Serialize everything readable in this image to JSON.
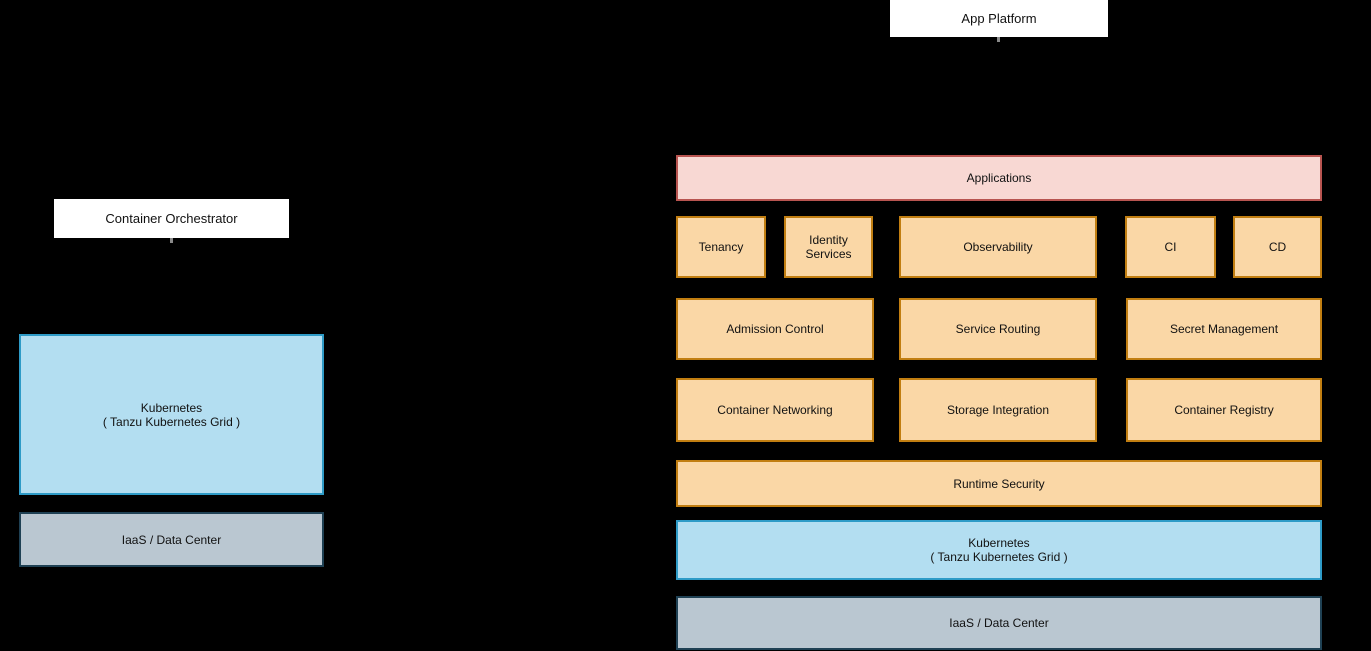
{
  "colors": {
    "background": "#000000",
    "title_box_fill": "#ffffff",
    "applications_fill": "#f8d8d3",
    "applications_border": "#b85450",
    "capability_fill": "#fad7a6",
    "capability_border": "#c17e11",
    "kubernetes_fill": "#b3def1",
    "kubernetes_border": "#2e9bc7",
    "iaas_fill": "#bac7d1",
    "iaas_border": "#1f4154"
  },
  "left_stack": {
    "title": "Container Orchestrator",
    "kubernetes": {
      "line1": "Kubernetes",
      "line2": "( Tanzu Kubernetes Grid )"
    },
    "iaas": "IaaS / Data Center"
  },
  "right_stack": {
    "title": "App Platform",
    "applications": "Applications",
    "row1": [
      {
        "label": "Tenancy"
      },
      {
        "label": "Identity Services"
      },
      {
        "label": "Observability"
      },
      {
        "label": "CI"
      },
      {
        "label": "CD"
      }
    ],
    "row2": [
      {
        "label": "Admission Control"
      },
      {
        "label": "Service Routing"
      },
      {
        "label": "Secret Management"
      }
    ],
    "row3": [
      {
        "label": "Container Networking"
      },
      {
        "label": "Storage Integration"
      },
      {
        "label": "Container Registry"
      }
    ],
    "runtime_security": "Runtime Security",
    "kubernetes": {
      "line1": "Kubernetes",
      "line2": "( Tanzu Kubernetes Grid )"
    },
    "iaas": "IaaS / Data Center"
  }
}
